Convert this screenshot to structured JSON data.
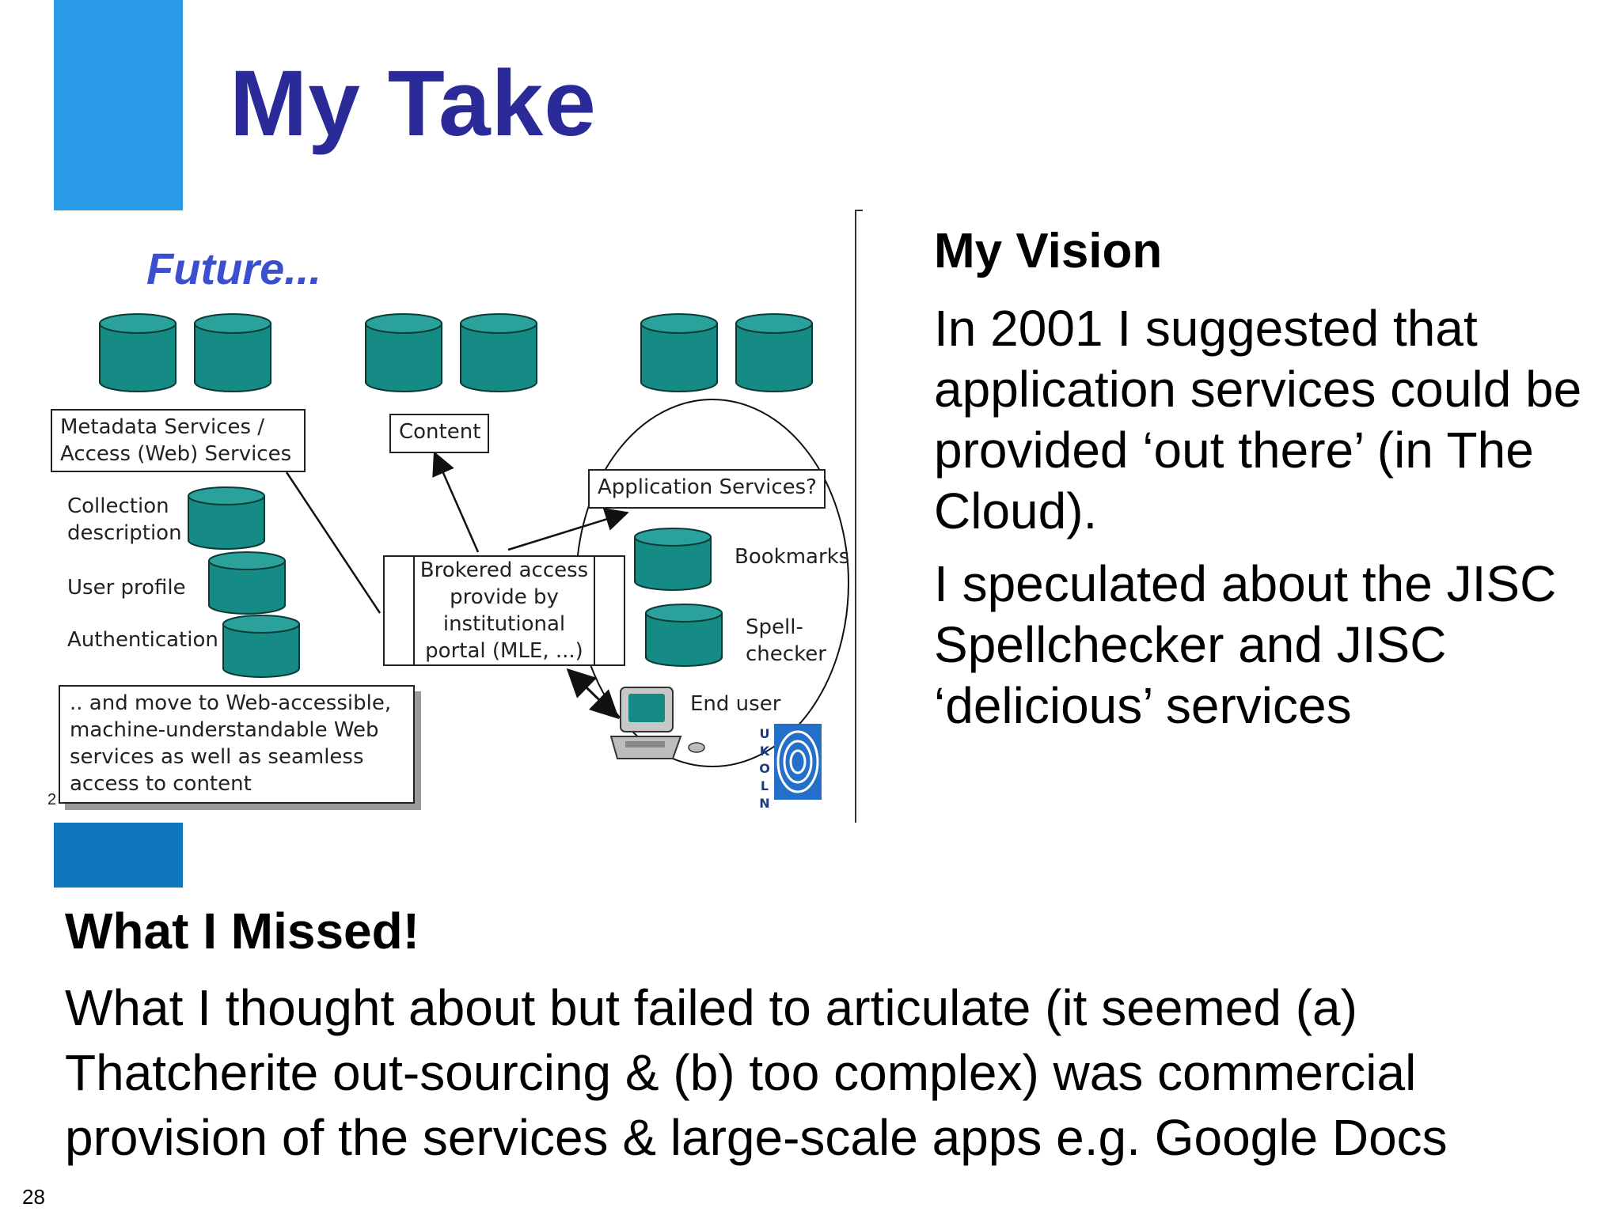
{
  "slide": {
    "title": "My Take",
    "number": "28"
  },
  "diagram": {
    "heading": "Future...",
    "metadata_label": "Metadata Services / Access (Web) Services",
    "content_label": "Content",
    "app_services_label": "Application Services?",
    "collection_label": "Collection description",
    "user_profile_label": "User profile",
    "authentication_label": "Authentication",
    "broker_label": "Brokered access provide by institutional portal (MLE, ...)",
    "bookmarks_label": "Bookmarks",
    "spellchecker_label": "Spell-checker",
    "end_user_label": "End user",
    "note_label": ".. and move to Web-accessible, machine-understandable Web services as well as seamless access to content",
    "side_number": "2",
    "logo_text": "UKOLN",
    "colors": {
      "cylinder": "#168a84",
      "cylinder_top": "#2aa19a",
      "logo_blue": "#2470c8"
    }
  },
  "vision": {
    "heading": "My Vision",
    "paragraph1": "In 2001 I suggested that application services could be provided ‘out there’ (in The Cloud).",
    "paragraph2": "I speculated about the JISC Spellchecker and JISC ‘delicious’ services"
  },
  "missed": {
    "heading": "What I Missed!",
    "paragraph": "What I thought about but failed to articulate (it seemed (a) Thatcherite out-sourcing & (b) too complex) was commercial provision of the services & large-scale apps e.g. Google Docs"
  },
  "colors": {
    "title": "#2a2a99",
    "accent_top": "#2b9be8",
    "accent_mid": "#0e77bd"
  }
}
